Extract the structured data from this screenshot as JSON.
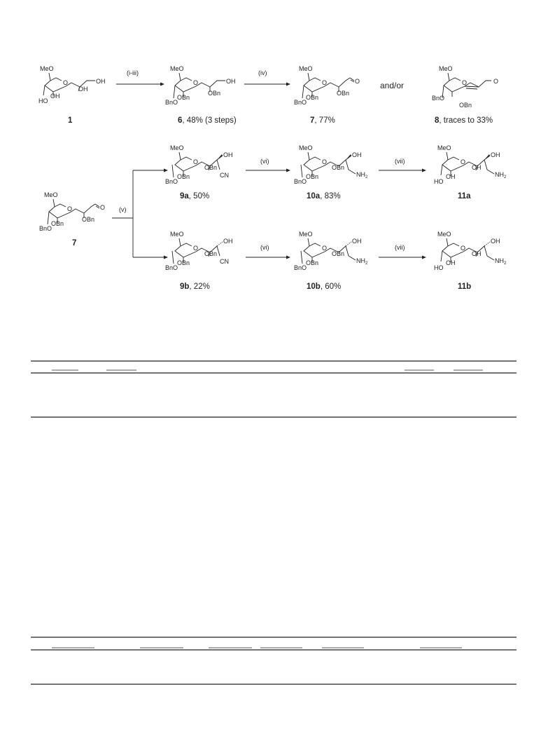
{
  "reaction_conditions": {
    "step_1": "(i-iii)",
    "step_2": "(iv)",
    "step_3": "(v)",
    "step_4": "(vi)",
    "step_5": "(vii)"
  },
  "connector_text": "and/or",
  "compounds": {
    "c1": {
      "number": "1",
      "yield": ""
    },
    "c6": {
      "number": "6",
      "yield": ", 48% (3 steps)"
    },
    "c7": {
      "number": "7",
      "yield": ", 77%"
    },
    "c8": {
      "number": "8",
      "yield": ", traces to 33%"
    },
    "c7b": {
      "number": "7",
      "yield": ""
    },
    "c9a": {
      "number": "9a",
      "yield": ", 50%"
    },
    "c10a": {
      "number": "10a",
      "yield": ", 83%"
    },
    "c11a": {
      "number": "11a",
      "yield": ""
    },
    "c9b": {
      "number": "9b",
      "yield": ", 22%"
    },
    "c10b": {
      "number": "10b",
      "yield": ", 60%"
    },
    "c11b": {
      "number": "11b",
      "yield": ""
    }
  },
  "atom_labels": {
    "OMe": "MeO",
    "ring_O": "O",
    "OH": "OH",
    "OBn": "OBn",
    "BnO": "BnO",
    "HO": "HO",
    "CN": "CN",
    "NH2": "NH",
    "sub2": "2",
    "aldehyde_O": "O"
  }
}
